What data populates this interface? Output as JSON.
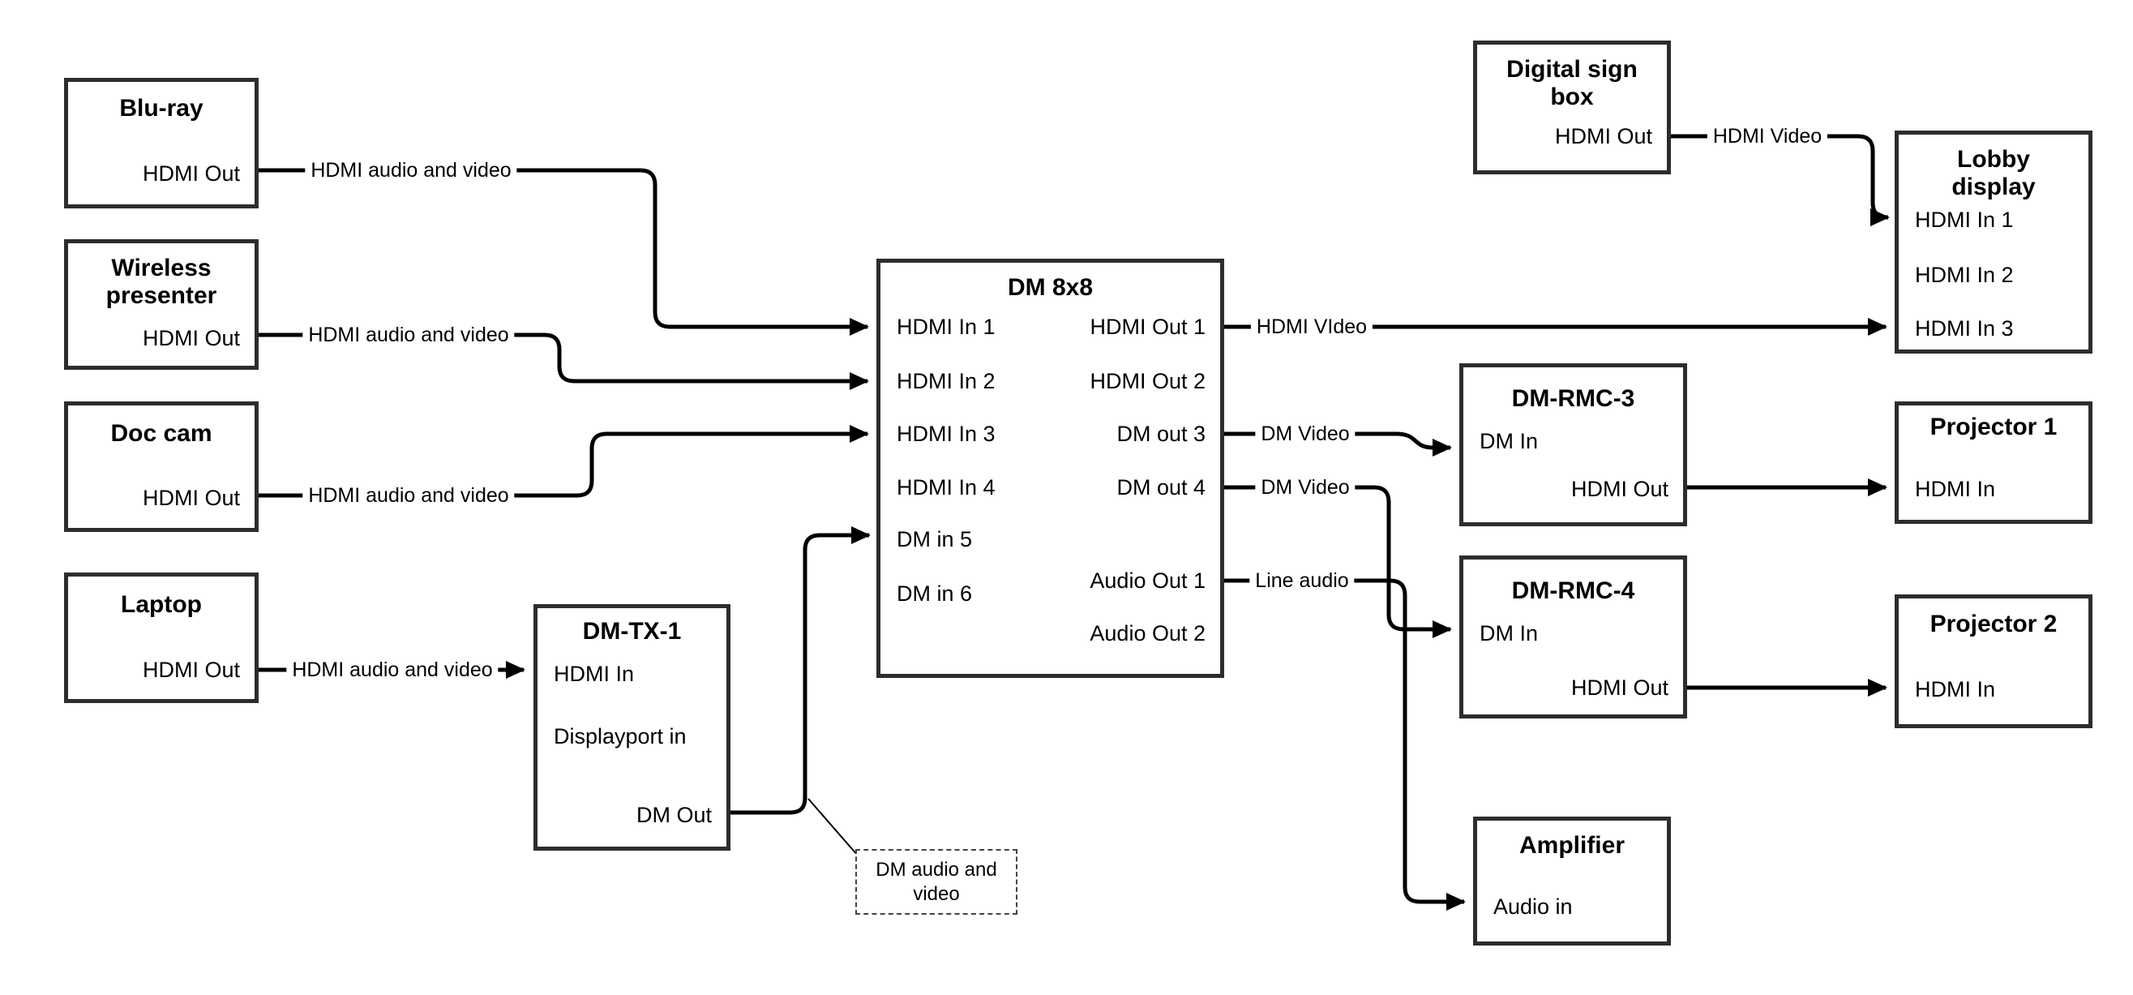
{
  "colors": {
    "line": "#000000",
    "box_border": "#2d2d2d",
    "background": "#ffffff",
    "text": "#000000"
  },
  "nodes": {
    "bluray": {
      "title": "Blu-ray",
      "ports": {
        "hdmi_out": "HDMI Out"
      }
    },
    "wireless": {
      "title": "Wireless presenter",
      "ports": {
        "hdmi_out": "HDMI Out"
      }
    },
    "doccam": {
      "title": "Doc cam",
      "ports": {
        "hdmi_out": "HDMI Out"
      }
    },
    "laptop": {
      "title": "Laptop",
      "ports": {
        "hdmi_out": "HDMI Out"
      }
    },
    "dmtx1": {
      "title": "DM-TX-1",
      "ports": {
        "hdmi_in": "HDMI In",
        "dp_in": "Displayport in",
        "dm_out": "DM Out"
      }
    },
    "dm8x8": {
      "title": "DM 8x8",
      "ports": {
        "in1": "HDMI In 1",
        "in2": "HDMI In 2",
        "in3": "HDMI In 3",
        "in4": "HDMI In 4",
        "in5": "DM in 5",
        "in6": "DM in 6",
        "out1": "HDMI Out 1",
        "out2": "HDMI Out 2",
        "out3": "DM out 3",
        "out4": "DM out 4",
        "aout1": "Audio Out 1",
        "aout2": "Audio Out 2"
      }
    },
    "signbox": {
      "title": "Digital sign box",
      "ports": {
        "hdmi_out": "HDMI Out"
      }
    },
    "lobby": {
      "title": "Lobby display",
      "ports": {
        "in1": "HDMI In 1",
        "in2": "HDMI In 2",
        "in3": "HDMI In 3"
      }
    },
    "rmc3": {
      "title": "DM-RMC-3",
      "ports": {
        "dm_in": "DM In",
        "hdmi_out": "HDMI Out"
      }
    },
    "proj1": {
      "title": "Projector 1",
      "ports": {
        "hdmi_in": "HDMI In"
      }
    },
    "rmc4": {
      "title": "DM-RMC-4",
      "ports": {
        "dm_in": "DM In",
        "hdmi_out": "HDMI Out"
      }
    },
    "proj2": {
      "title": "Projector 2",
      "ports": {
        "hdmi_in": "HDMI In"
      }
    },
    "amp": {
      "title": "Amplifier",
      "ports": {
        "audio_in": "Audio in"
      }
    }
  },
  "connection_labels": {
    "bluray_dm": "HDMI audio and video",
    "wireless_dm": "HDMI audio and video",
    "doccam_dm": "HDMI audio and video",
    "laptop_tx": "HDMI audio and video",
    "out1_lobby": "HDMI VIdeo",
    "out3_rmc3": "DM Video",
    "out4_rmc4": "DM Video",
    "audio1_amp": "Line audio",
    "sign_lobby": "HDMI Video"
  },
  "note": {
    "text": "DM audio and video"
  }
}
